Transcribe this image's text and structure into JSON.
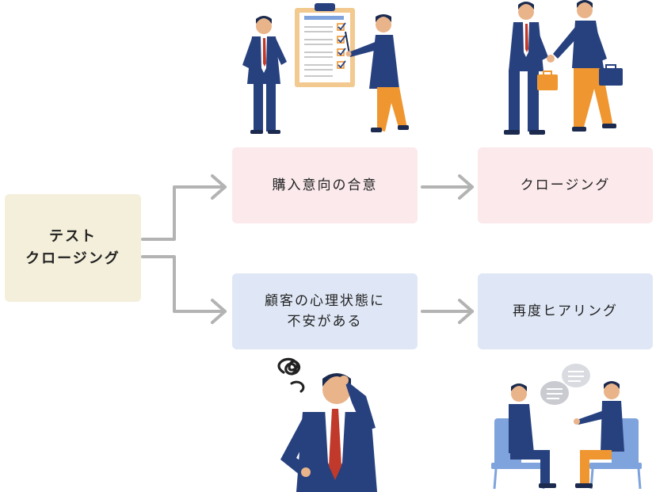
{
  "colors": {
    "start_box": "#f4efda",
    "yes_box": "#fbe9ec",
    "no_box": "#dfe7f6",
    "arrow": "#b3b3b3",
    "suit_navy": "#27417f",
    "pants_orange": "#ef9630",
    "tie_red": "#c0392b",
    "chair_blue": "#7fa3dc"
  },
  "start": {
    "label": "テスト\nクロージング"
  },
  "top_branch": {
    "step1": "購入意向の合意",
    "step2": "クロージング",
    "illustrations": [
      "checklist-presentation",
      "handshake"
    ]
  },
  "bottom_branch": {
    "step1": "顧客の心理状態に\n不安がある",
    "step2": "再度ヒアリング",
    "illustrations": [
      "worried-man",
      "consultation-meeting"
    ]
  }
}
